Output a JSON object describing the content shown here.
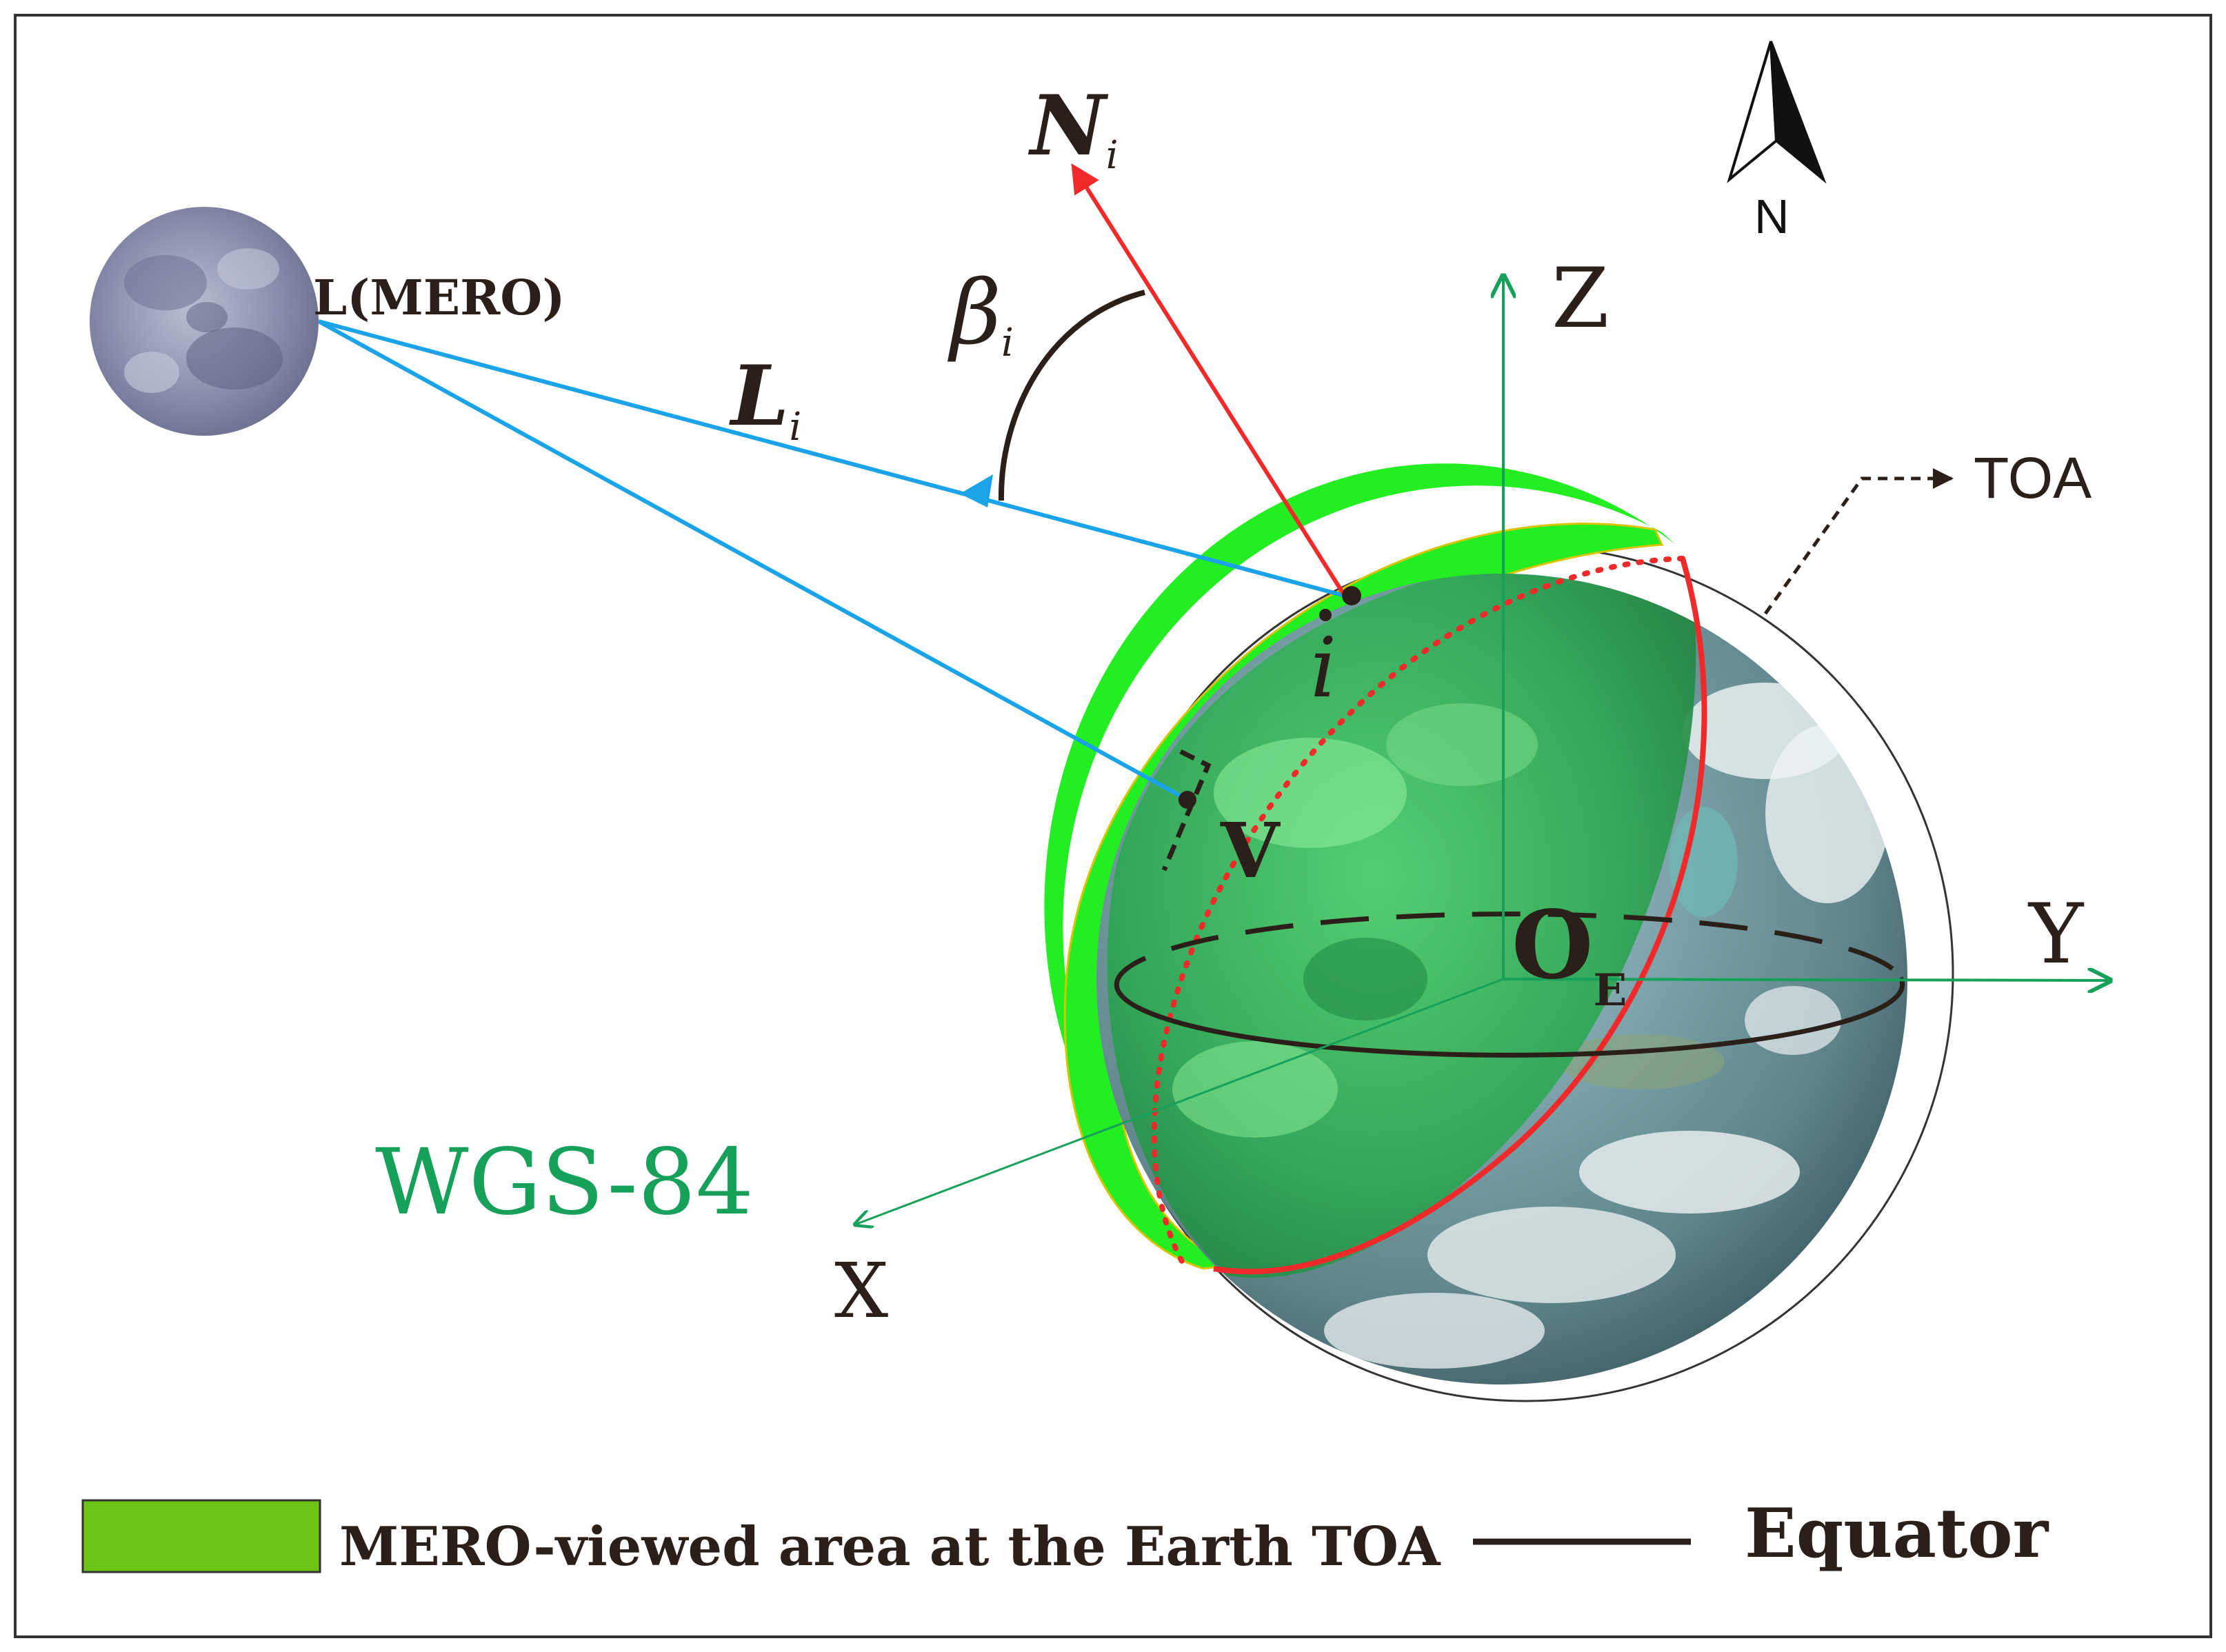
{
  "labels": {
    "moon": "L(MERO)",
    "los_vector_main": "L",
    "los_vector_sub": "i",
    "normal_main": "N",
    "normal_sub": "i",
    "angle_main": "β",
    "angle_sub": "i",
    "point_i": "i",
    "point_v": "V",
    "axis_x": "X",
    "axis_y": "Y",
    "axis_z": "Z",
    "origin_main": "O",
    "origin_sub": "E",
    "toa": "TOA",
    "north": "N",
    "frame": "WGS-84"
  },
  "legend": {
    "green_area": "MERO-viewed area at the Earth TOA",
    "equator": "Equator"
  },
  "colors": {
    "los": "#1aa3e8",
    "normal": "#f02a2a",
    "terminator": "#f02a2a",
    "axes": "#16a05a",
    "viewed_area": "#22ee22",
    "legend_green": "#6cc417",
    "text": "#2b1f1a",
    "frame_label": "#16a05a"
  },
  "icons": {
    "moon": "moon-icon",
    "north_arrow": "north-arrow-icon",
    "earth": "earth-globe-icon"
  }
}
